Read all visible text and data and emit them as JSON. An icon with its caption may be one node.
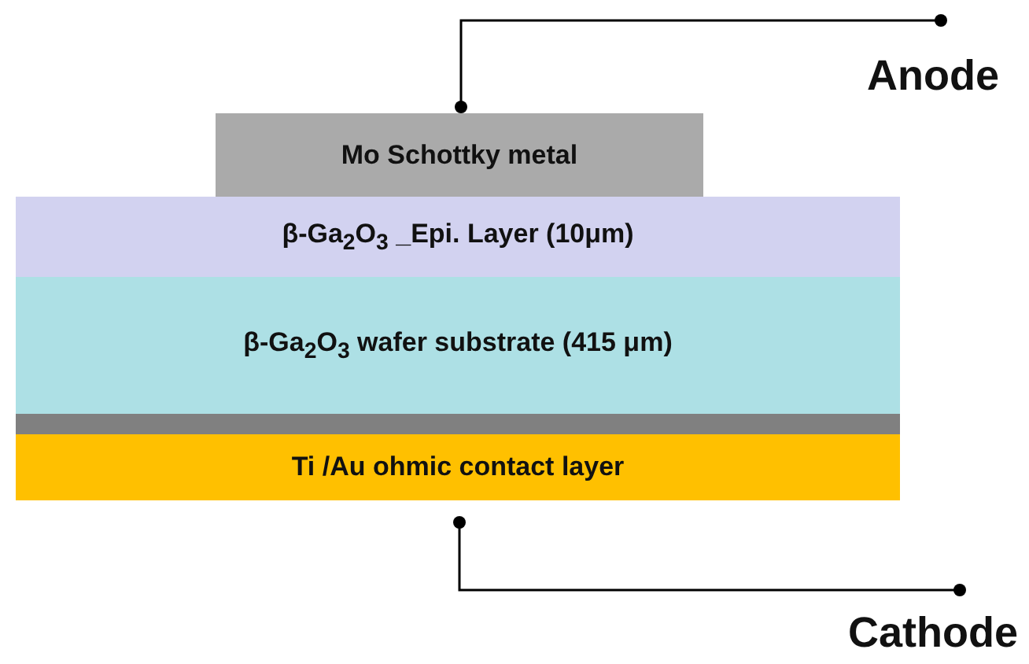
{
  "diagram": {
    "nodes": [
      {
        "text": [
          "Mo Schottky metal"
        ]
      },
      {
        "text": [
          "β-Ga$_{2}$O$_{3}$ _Epi. Layer (10μm)"
        ]
      },
      {
        "text": [
          "β-Ga$_{2}$O$_{3}$ wafer substrate (415 μm)"
        ]
      },
      {
        "text": [],
        "shape": "bar"
      },
      {
        "text": [
          "Ti /Au ohmic contact layer"
        ]
      },
      {
        "text": [
          "Anode"
        ]
      },
      {
        "text": [
          "Cathode"
        ]
      }
    ],
    "edges": [
      {
        "from": 0,
        "to": 5,
        "arrow": "other"
      },
      {
        "from": 4,
        "to": 6,
        "arrow": "other"
      }
    ]
  }
}
